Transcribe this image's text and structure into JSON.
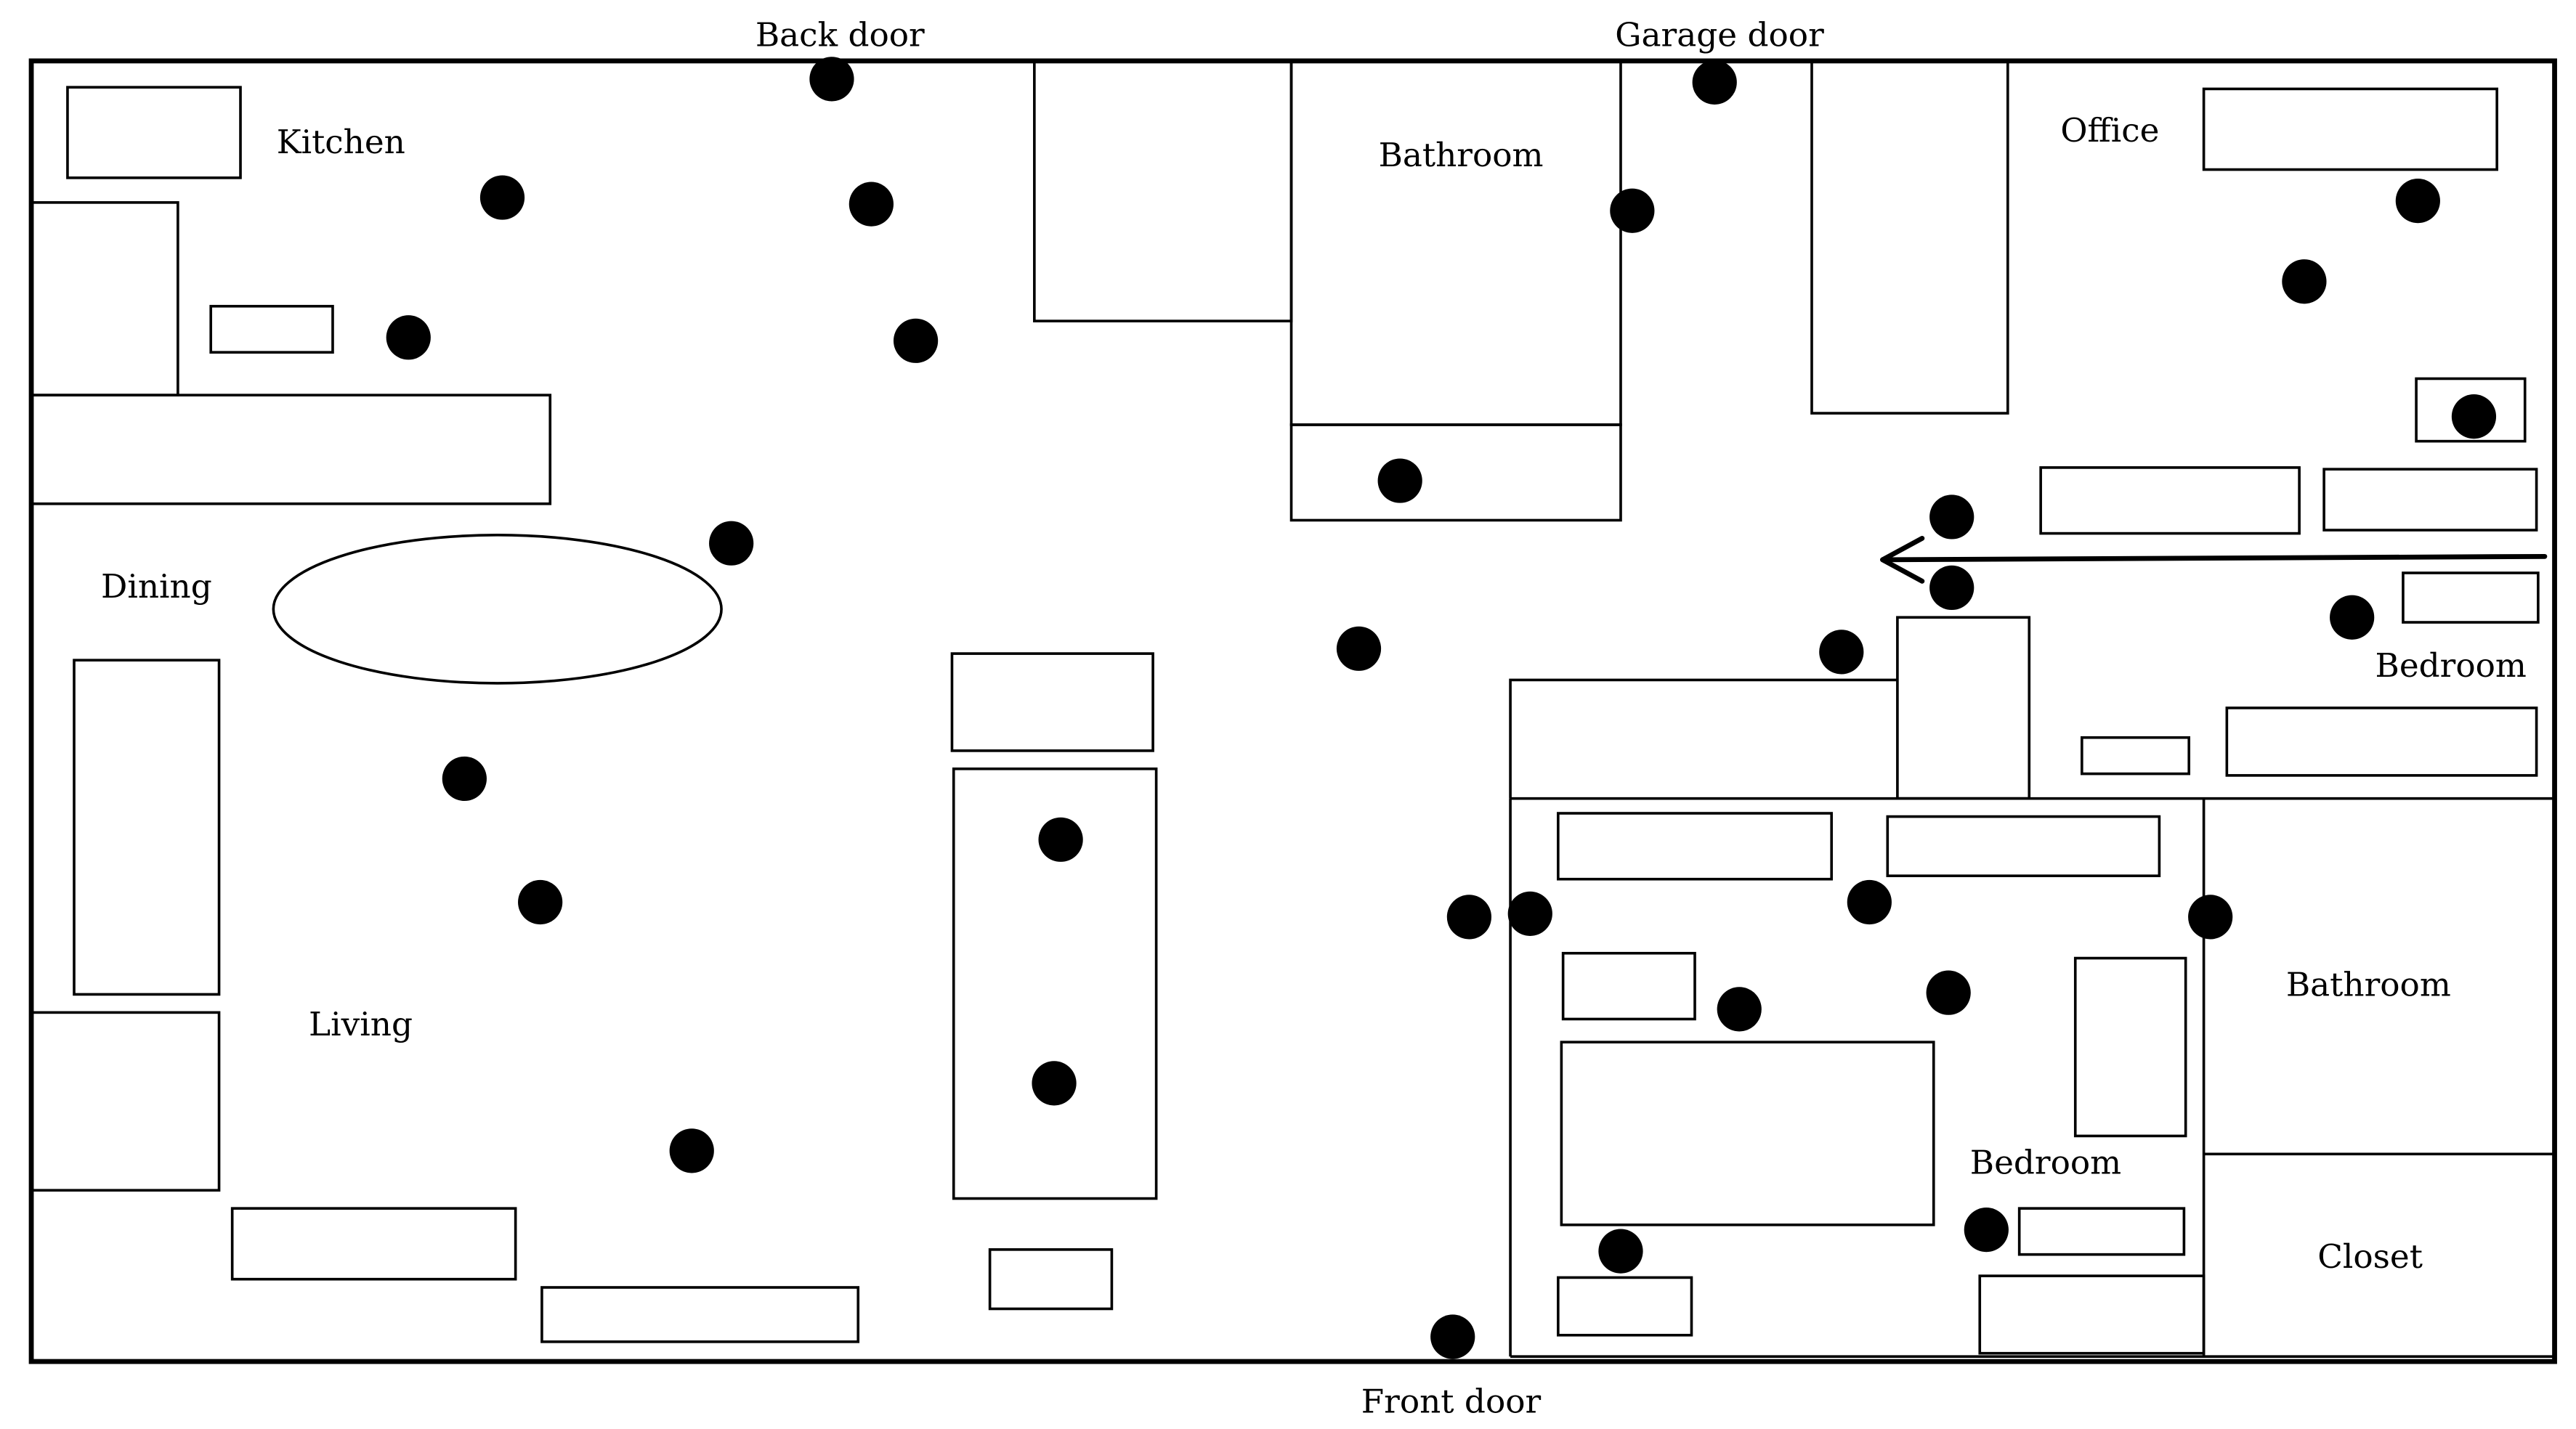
{
  "labels": {
    "back_door": "Back door",
    "garage_door": "Garage door",
    "front_door": "Front door",
    "kitchen": "Kitchen",
    "office": "Office",
    "bathroom_top": "Bathroom",
    "dining": "Dining",
    "living": "Living",
    "bedroom_right": "Bedroom",
    "bedroom_lower": "Bedroom",
    "bathroom_right": "Bathroom",
    "closet": "Closet"
  },
  "colors": {
    "line": "#000000",
    "sensor": "#000000",
    "background": "#ffffff"
  },
  "icons": {
    "sensor": "filled-circle",
    "direction": "left-arrow"
  }
}
